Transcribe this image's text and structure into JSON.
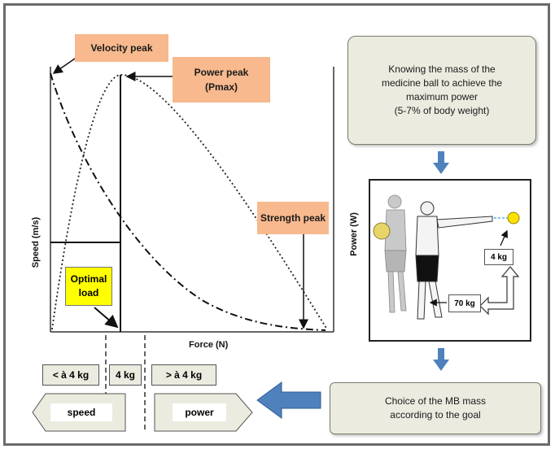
{
  "labels": {
    "velocity_peak": "Velocity peak",
    "power_peak_line1": "Power peak",
    "power_peak_line2": "(Pmax)",
    "strength_peak": "Strength peak",
    "optimal_load_line1": "Optimal",
    "optimal_load_line2": "load",
    "x_axis": "Force (N)",
    "y_axis_left": "Speed (m/s)",
    "y_axis_right": "Power (W)"
  },
  "top_callout": {
    "line1": "Knowing the mass of the",
    "line2": "medicine ball to achieve the",
    "line3": "maximum power",
    "line4": "(5-7%  of body weight)"
  },
  "bottom_callout": {
    "line1": "Choice of the MB mass",
    "line2": "according to the goal"
  },
  "illustration": {
    "ball_mass": "4 kg",
    "body_mass": "70 kg"
  },
  "load_boxes": {
    "less": "< à 4 kg",
    "equal": "4 kg",
    "more": "> à 4 kg"
  },
  "goal_arrows": {
    "left": "speed",
    "right": "power"
  },
  "colors": {
    "orange_label": "#f7b98d",
    "yellow_label": "#ffff00",
    "arrow_blue": "#4f81bd",
    "callout_fill": "#ecebe0",
    "frame": "#6b6b6b"
  }
}
